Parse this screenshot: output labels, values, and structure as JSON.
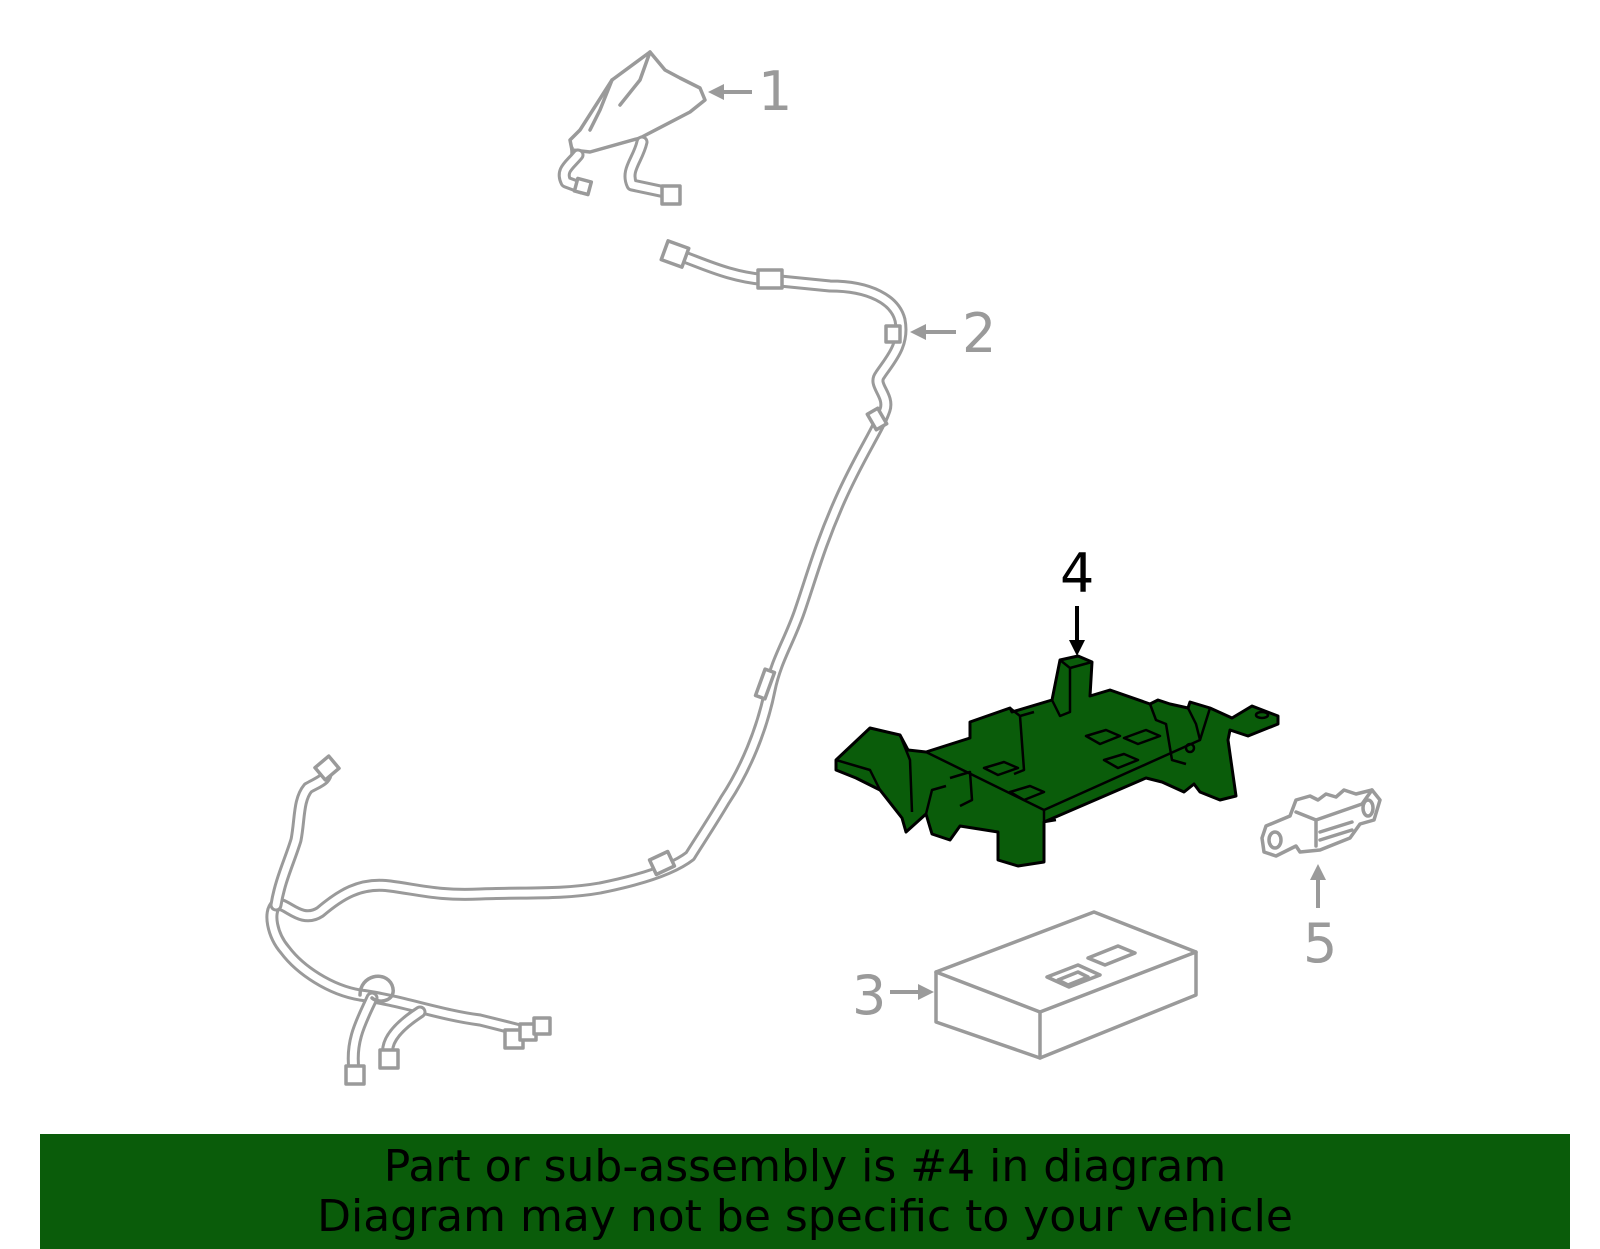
{
  "callouts": {
    "1": "1",
    "2": "2",
    "3": "3",
    "4": "4",
    "5": "5"
  },
  "banner": {
    "line1": "Part or sub-assembly is #4 in diagram",
    "line2": "Diagram may not be specific to your vehicle"
  },
  "colors": {
    "highlight_part": "#0a5c0a",
    "banner_background": "#0a5c0a",
    "other_parts": "#9a9a9a"
  }
}
